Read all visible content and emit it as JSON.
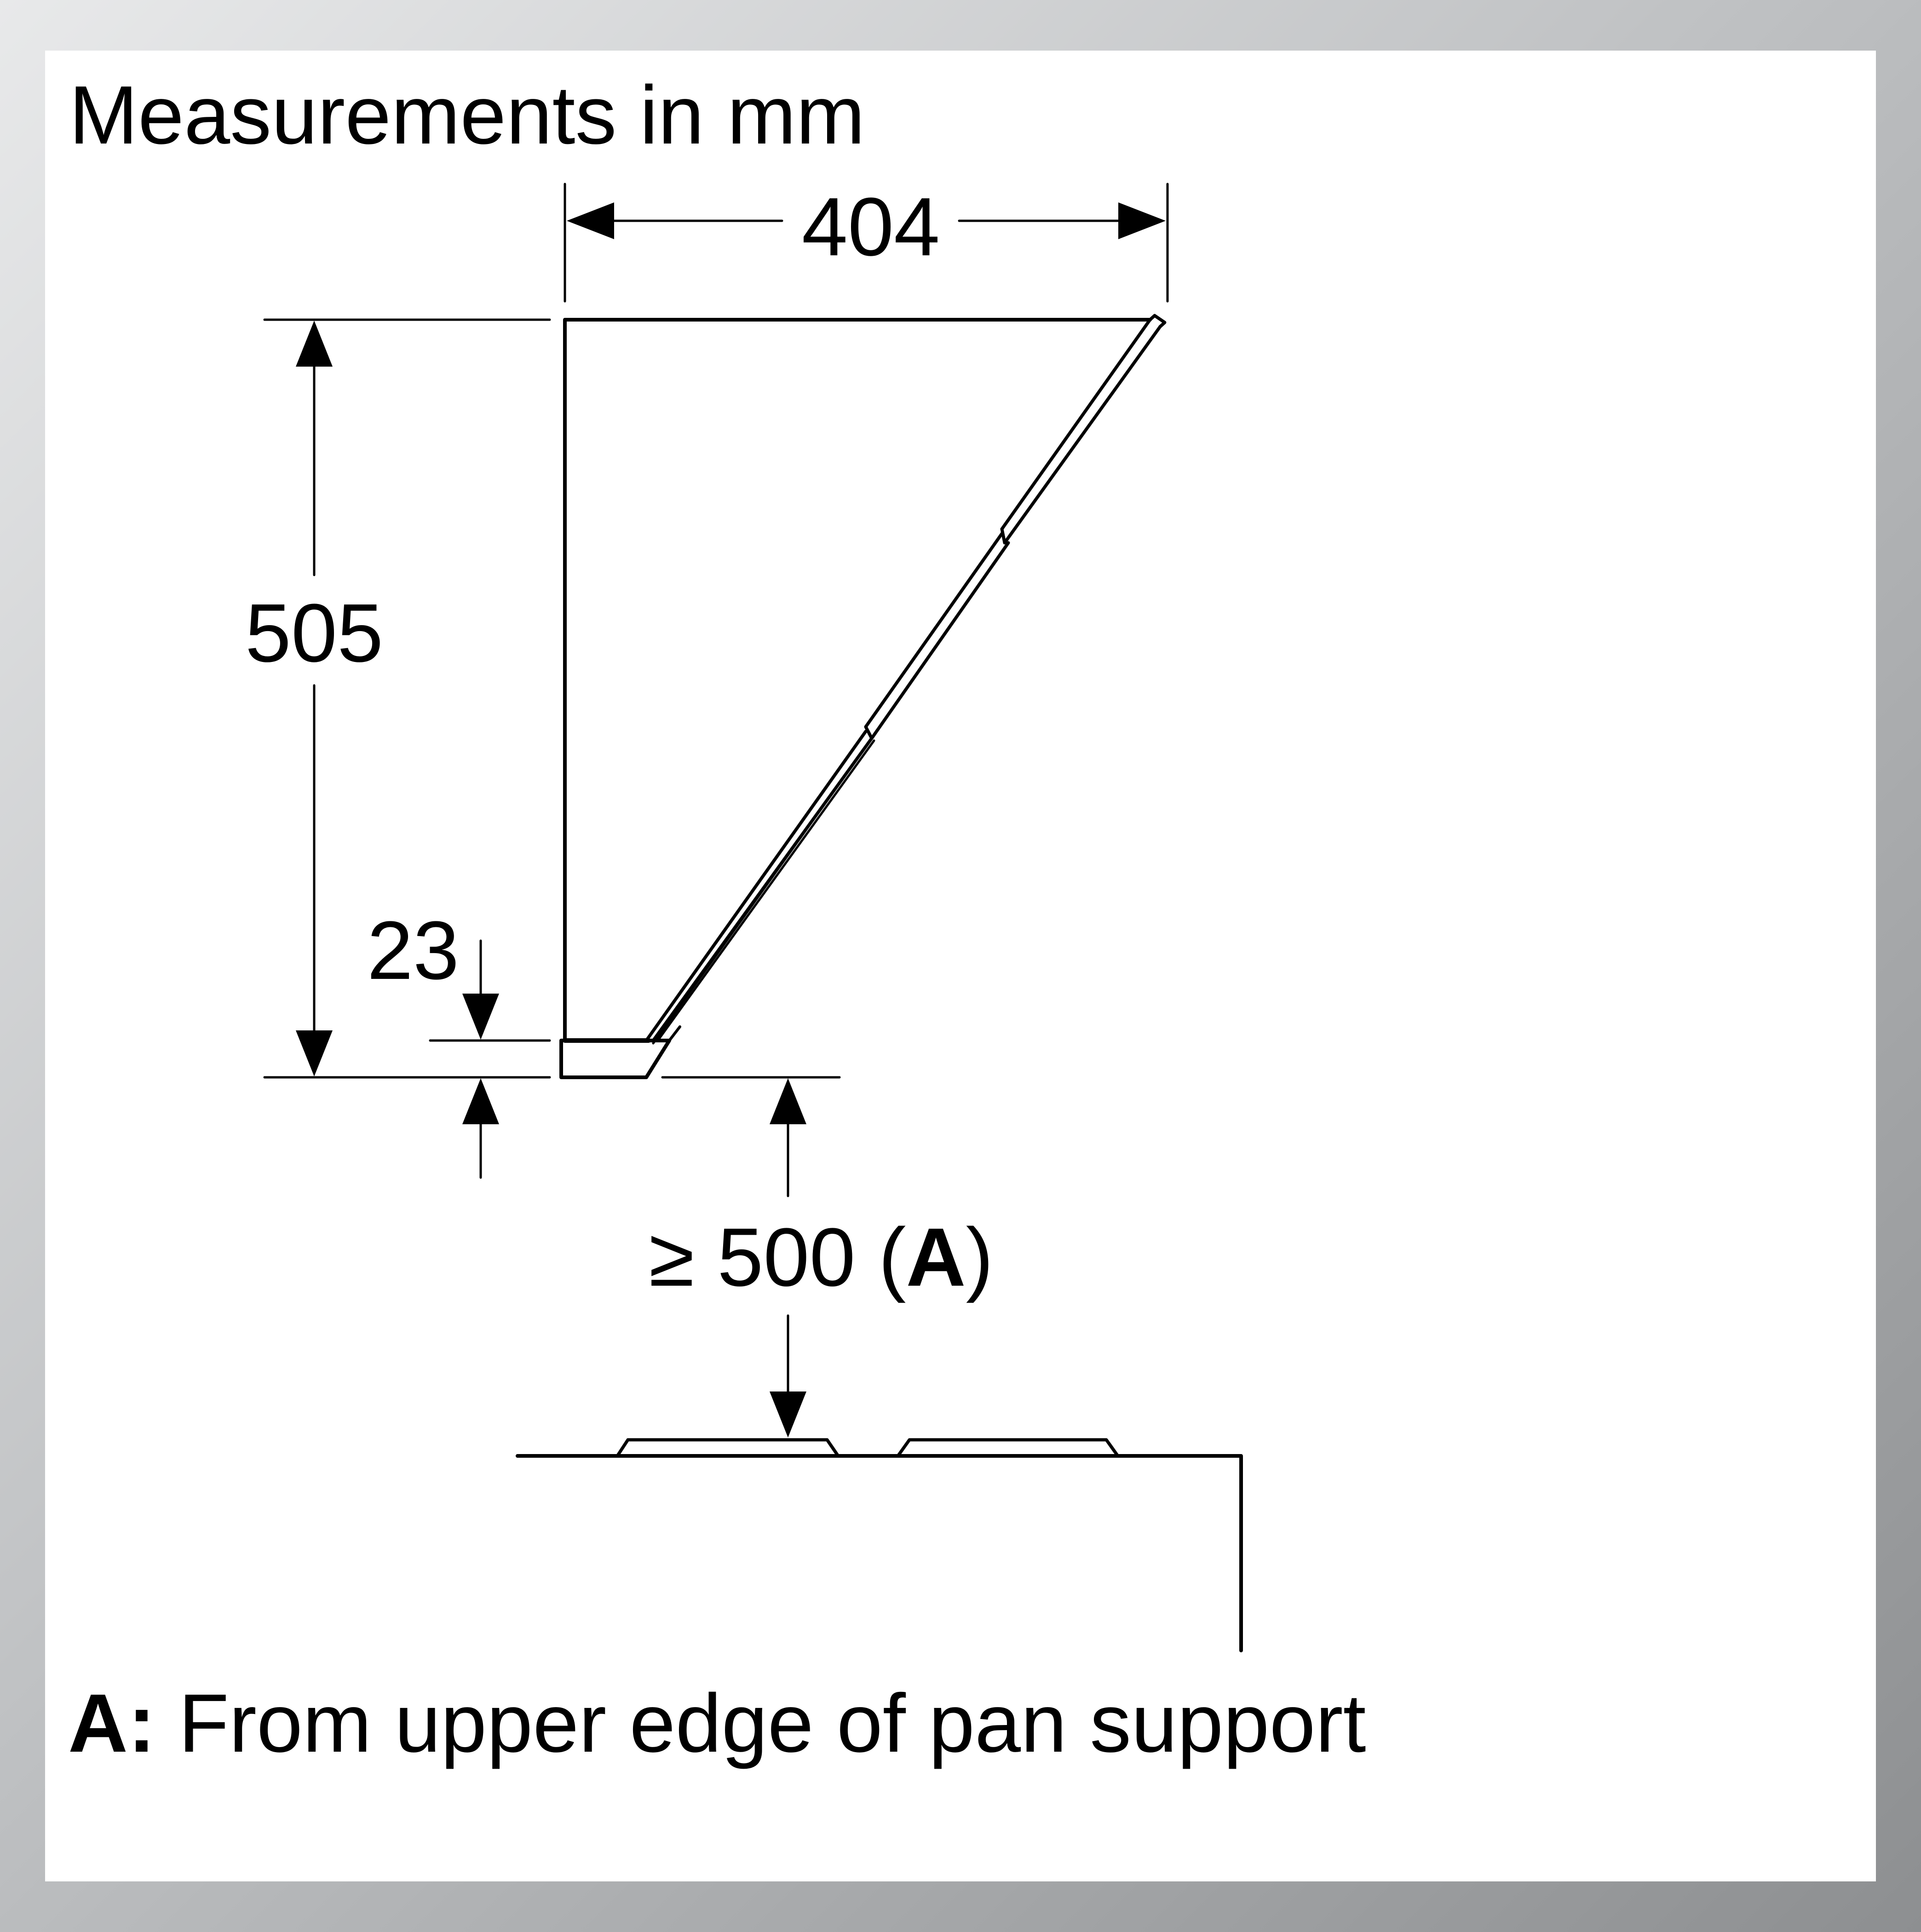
{
  "header": {
    "title": "Measurements in mm"
  },
  "dimensions": {
    "width": "404",
    "height": "505",
    "bottom_thickness": "23",
    "min_distance_prefix": "≥ 500 (",
    "min_distance_ref": "A",
    "min_distance_suffix": ")"
  },
  "footnote": {
    "key": "A:",
    "text": " From upper edge of pan support"
  },
  "colors": {
    "background_gradient_light": "#e8e9ea",
    "background_gradient_dark": "#8d8f91",
    "panel": "#ffffff",
    "ink": "#000000"
  }
}
